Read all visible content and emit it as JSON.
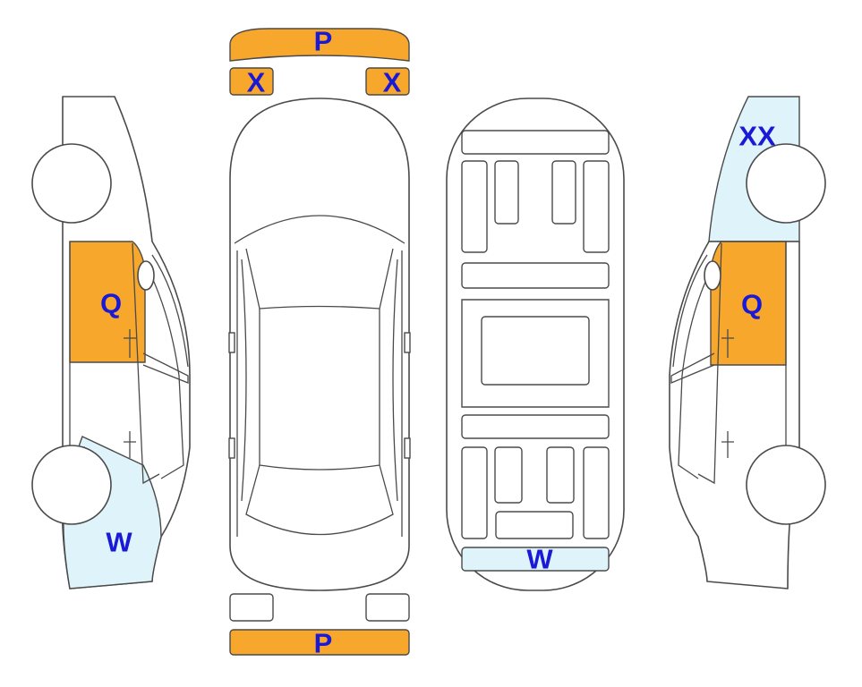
{
  "colors": {
    "orange": "#f8a72d",
    "light_blue": "#dff4fa",
    "label": "#1a1ad6",
    "outline": "#4a4a4a"
  },
  "labels": {
    "front_bumper": "P",
    "front_left_light": "X",
    "front_right_light": "X",
    "rear_bumper": "P",
    "left_front_door": "Q",
    "left_rear_quarter": "W",
    "underbody_rear": "W",
    "right_front_door": "Q",
    "right_rear_quarter": "XX"
  }
}
